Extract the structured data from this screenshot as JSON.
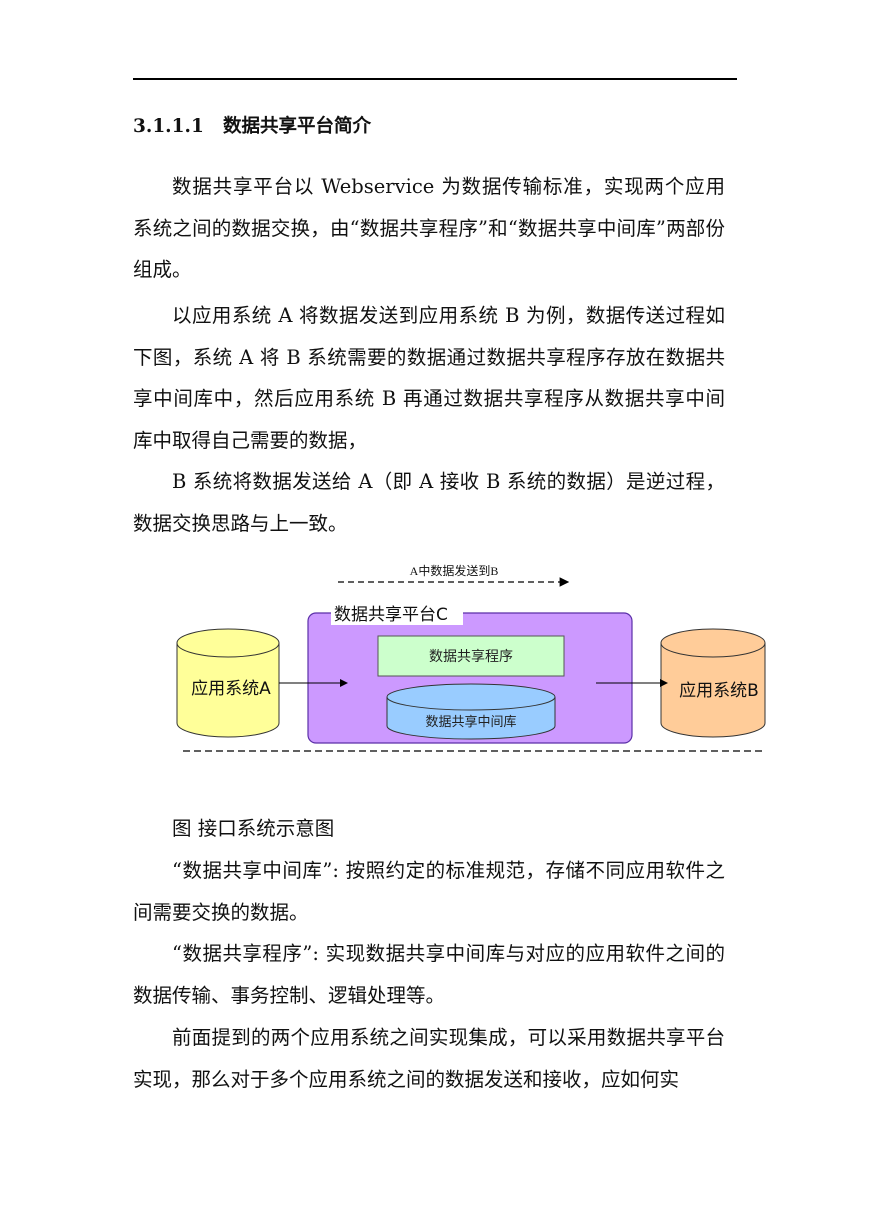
{
  "heading": {
    "number": "3.1.1.1",
    "title": "数据共享平台简介"
  },
  "paragraphs": [
    "数据共享平台以 Webservice 为数据传输标准，实现两个应用系统之间的数据交换，由“数据共享程序”和“数据共享中间库”两部份组成。",
    "以应用系统 A 将数据发送到应用系统 B 为例，数据传送过程如下图，系统 A 将 B 系统需要的数据通过数据共享程序存放在数据共享中间库中，然后应用系统 B 再通过数据共享程序从数据共享中间库中取得自己需要的数据，",
    "B 系统将数据发送给 A（即 A 接收 B 系统的数据）是逆过程，数据交换思路与上一致。"
  ],
  "diagram": {
    "top_arrow_label": "A中数据发送到B",
    "platform_label": "数据共享平台C",
    "program_label": "数据共享程序",
    "middle_db_label": "数据共享中间库",
    "system_a_label": "应用系统A",
    "system_b_label": "应用系统B",
    "colors": {
      "system_a": "#ffff99",
      "system_b": "#ffcc99",
      "platform": "#cc99ff",
      "program": "#ccffcc",
      "middle_db": "#99ccff"
    }
  },
  "caption": "图  接口系统示意图",
  "definitions": [
    "“数据共享中间库”: 按照约定的标准规范，存储不同应用软件之间需要交换的数据。",
    "“数据共享程序”: 实现数据共享中间库与对应的应用软件之间的数据传输、事务控制、逻辑处理等。",
    "前面提到的两个应用系统之间实现集成，可以采用数据共享平台实现，那么对于多个应用系统之间的数据发送和接收，应如何实"
  ]
}
